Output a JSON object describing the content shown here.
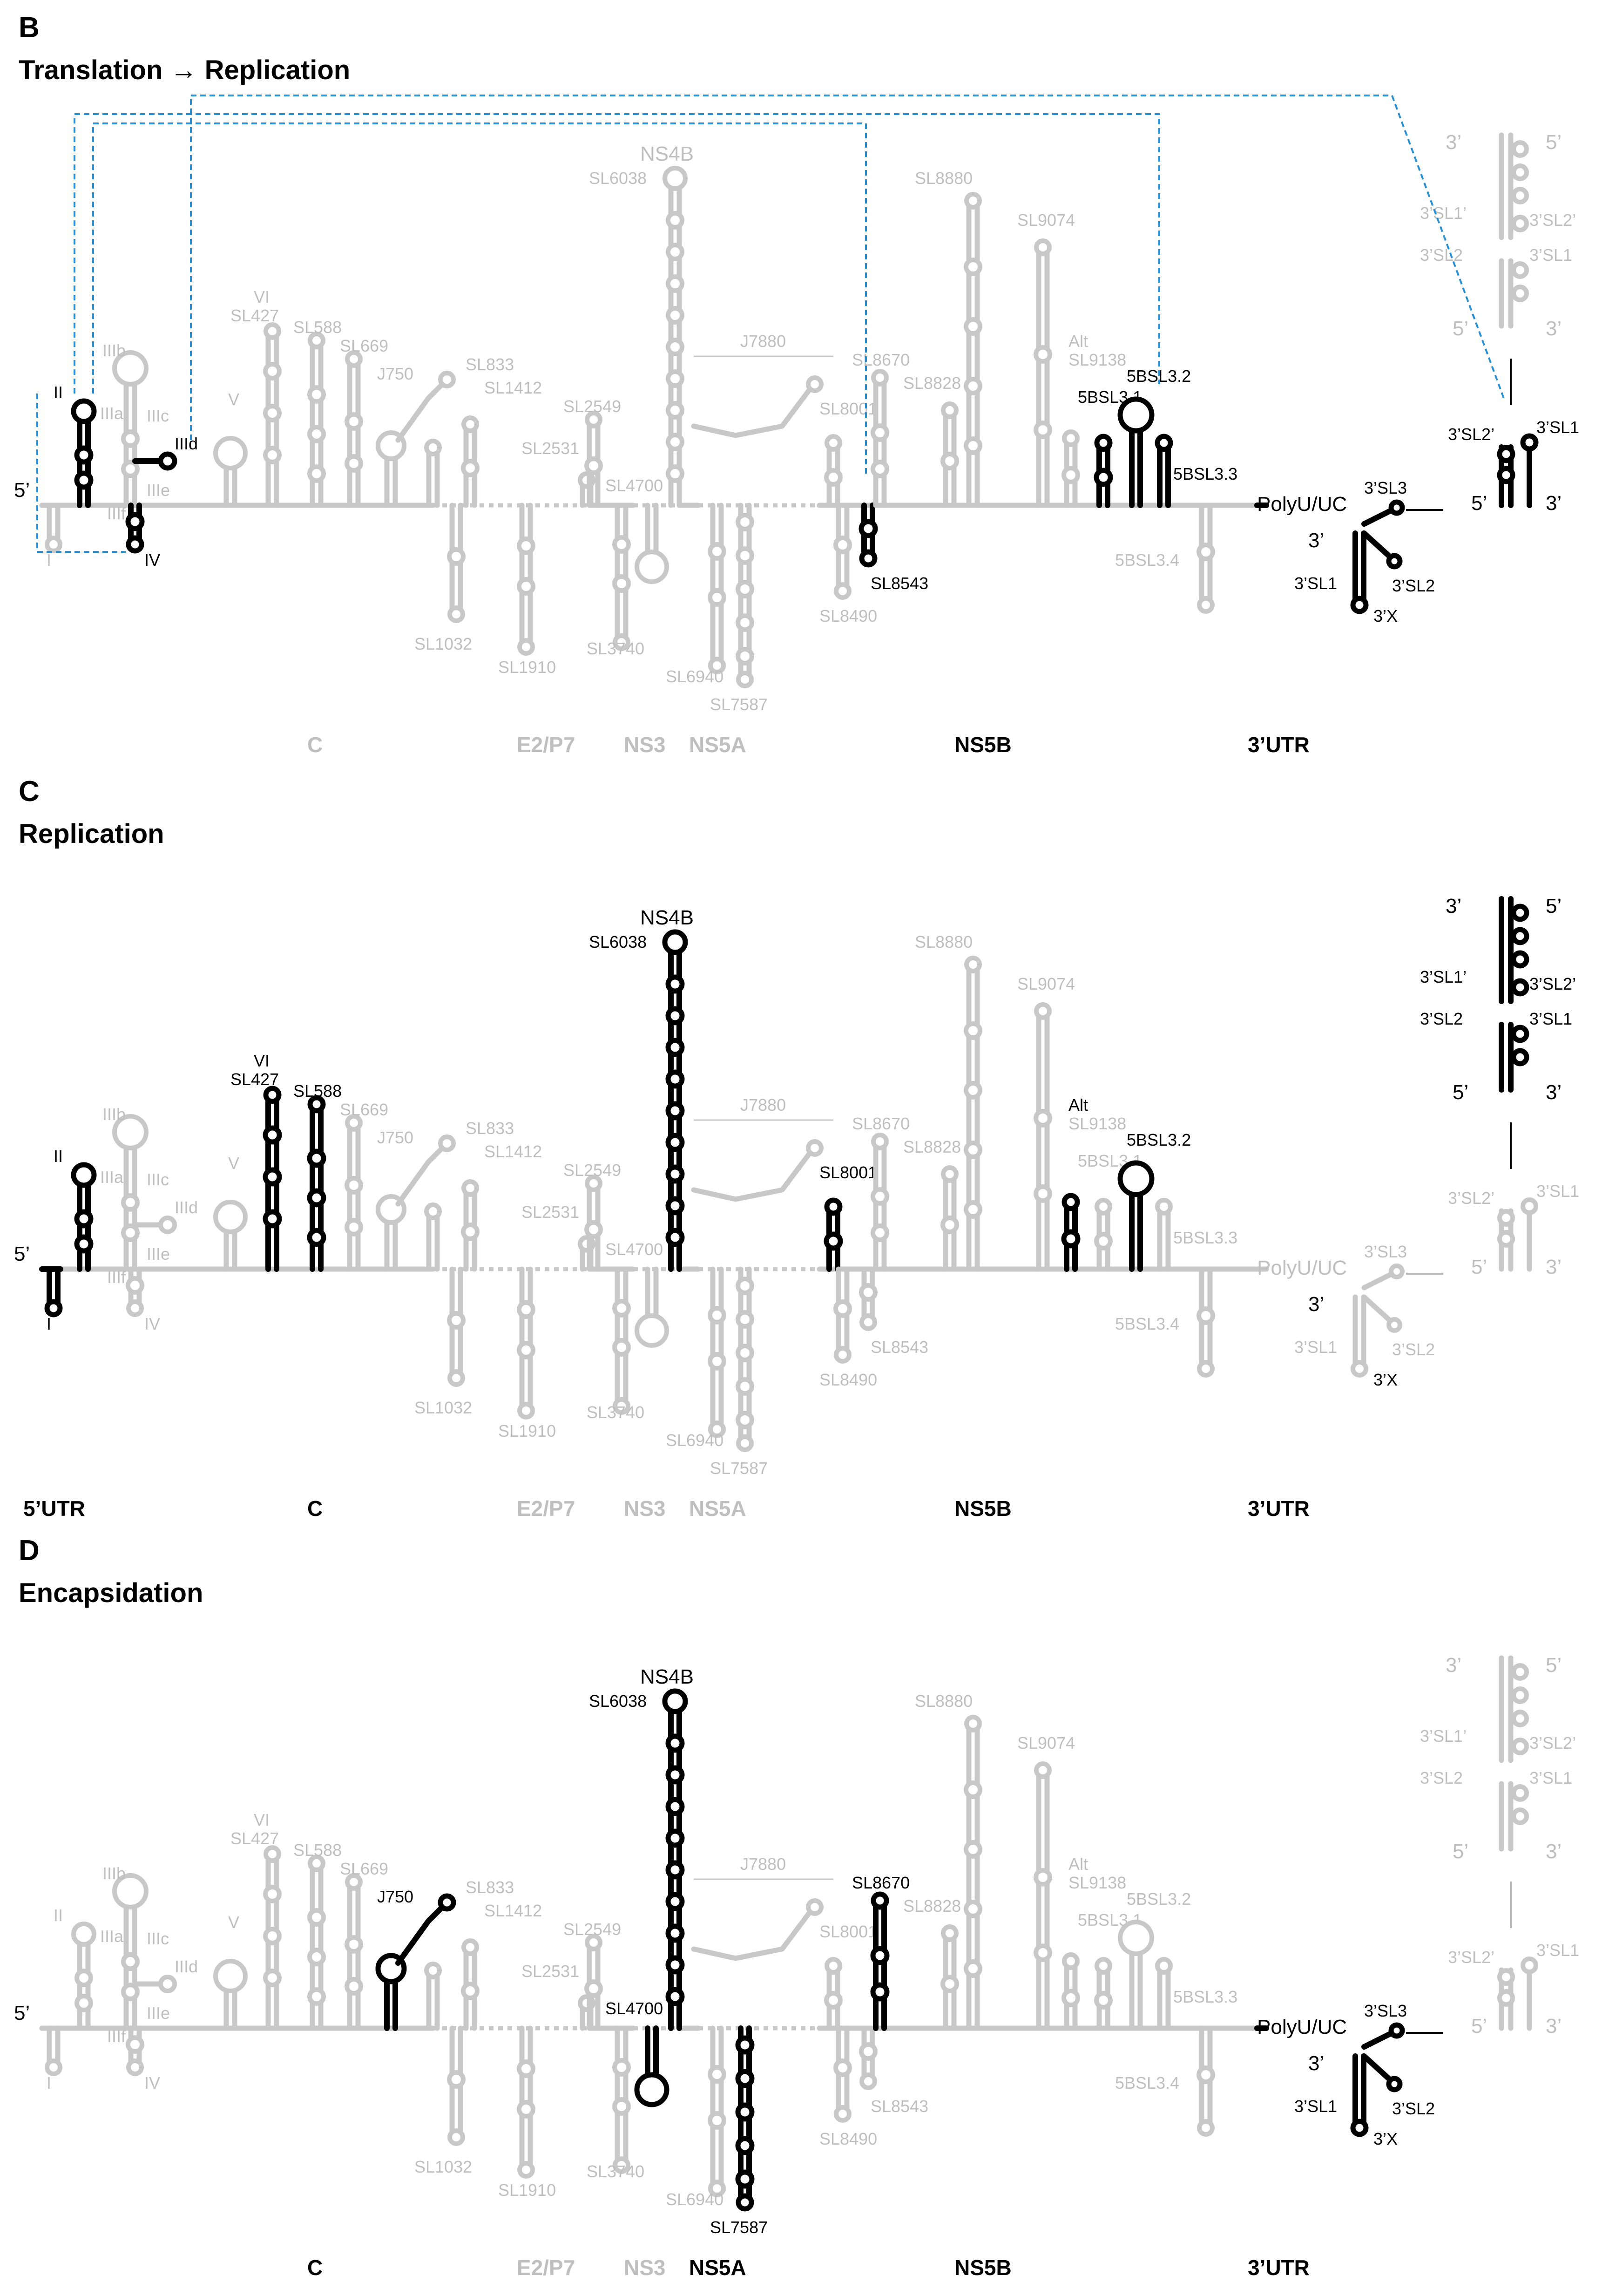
{
  "panels": [
    {
      "id": "B",
      "letter": "B",
      "title": "Translation → Replication",
      "labels": {
        "five_prime": "5’",
        "domain_I": "I",
        "domain_II": "II",
        "domain_IIIa": "IIIa",
        "domain_IIIb": "IIIb",
        "domain_IIIc": "IIIc",
        "domain_IIId": "IIId",
        "domain_IIIe": "IIIe",
        "domain_IIIf": "IIIf",
        "domain_IV": "IV",
        "V": "V",
        "VI": "VI",
        "SL427": "SL427",
        "SL588": "SL588",
        "SL669": "SL669",
        "J750": "J750",
        "SL833": "SL833",
        "SL1412": "SL1412",
        "SL1032": "SL1032",
        "SL1910": "SL1910",
        "SL2531": "SL2531",
        "SL2549": "SL2549",
        "SL3740": "SL3740",
        "SL4700": "SL4700",
        "NS4B": "NS4B",
        "SL6038": "SL6038",
        "SL6940": "SL6940",
        "SL7587": "SL7587",
        "J7880": "J7880",
        "SL8001": "SL8001",
        "SL8490": "SL8490",
        "SL8543": "SL8543",
        "SL8670": "SL8670",
        "SL8828": "SL8828",
        "SL8880": "SL8880",
        "SL9074": "SL9074",
        "Alt": "Alt",
        "SL9138": "SL9138",
        "BSL31": "5BSL3.1",
        "BSL32": "5BSL3.2",
        "BSL33": "5BSL3.3",
        "BSL34": "5BSL3.4",
        "polyU": "PolyU/UC",
        "three_prime": "3’",
        "SL1_3": "3’SL1",
        "SL2_3": "3’SL2",
        "SL3_3": "3’SL3",
        "X3": "3’X",
        "dimer_3a": "3’",
        "dimer_5a": "5’",
        "dimer_SL1p": "3’SL1’",
        "dimer_SL2p": "3’SL2’",
        "dimer_SL2": "3’SL2",
        "dimer_SL1": "3’SL1",
        "dimer_5b": "5’",
        "dimer_3b": "3’",
        "mono_SL2p": "3’SL2’",
        "mono_SL1": "3’SL1",
        "mono_5": "5’",
        "mono_3": "3’"
      },
      "regions": {
        "C": "C",
        "E2P7": "E2/P7",
        "NS3": "NS3",
        "NS5A": "NS5A",
        "NS5B": "NS5B",
        "UTR3": "3’UTR"
      }
    },
    {
      "id": "C",
      "letter": "C",
      "title": "Replication",
      "labels": {
        "five_prime": "5’",
        "domain_I": "I",
        "domain_II": "II",
        "domain_IIIa": "IIIa",
        "domain_IIIb": "IIIb",
        "domain_IIIc": "IIIc",
        "domain_IIId": "IIId",
        "domain_IIIe": "IIIe",
        "domain_IIIf": "IIIf",
        "domain_IV": "IV",
        "V": "V",
        "VI": "VI",
        "SL427": "SL427",
        "SL588": "SL588",
        "SL669": "SL669",
        "J750": "J750",
        "SL833": "SL833",
        "SL1412": "SL1412",
        "SL1032": "SL1032",
        "SL1910": "SL1910",
        "SL2531": "SL2531",
        "SL2549": "SL2549",
        "SL3740": "SL3740",
        "SL4700": "SL4700",
        "NS4B": "NS4B",
        "SL6038": "SL6038",
        "SL6940": "SL6940",
        "SL7587": "SL7587",
        "J7880": "J7880",
        "SL8001": "SL8001",
        "SL8490": "SL8490",
        "SL8543": "SL8543",
        "SL8670": "SL8670",
        "SL8828": "SL8828",
        "SL8880": "SL8880",
        "SL9074": "SL9074",
        "Alt": "Alt",
        "SL9138": "SL9138",
        "BSL31": "5BSL3.1",
        "BSL32": "5BSL3.2",
        "BSL33": "5BSL3.3",
        "BSL34": "5BSL3.4",
        "polyU": "PolyU/UC",
        "three_prime": "3’",
        "SL1_3": "3’SL1",
        "SL2_3": "3’SL2",
        "SL3_3": "3’SL3",
        "X3": "3’X",
        "dimer_3a": "3’",
        "dimer_5a": "5’",
        "dimer_SL1p": "3’SL1’",
        "dimer_SL2p": "3’SL2’",
        "dimer_SL2": "3’SL2",
        "dimer_SL1": "3’SL1",
        "dimer_5b": "5’",
        "dimer_3b": "3’",
        "mono_SL2p": "3’SL2’",
        "mono_SL1": "3’SL1",
        "mono_5": "5’",
        "mono_3": "3’"
      },
      "regions": {
        "UTR5": "5’UTR",
        "C": "C",
        "E2P7": "E2/P7",
        "NS3": "NS3",
        "NS5A": "NS5A",
        "NS5B": "NS5B",
        "UTR3": "3’UTR"
      }
    },
    {
      "id": "D",
      "letter": "D",
      "title": "Encapsidation",
      "labels": {
        "five_prime": "5’",
        "domain_I": "I",
        "domain_II": "II",
        "domain_IIIa": "IIIa",
        "domain_IIIb": "IIIb",
        "domain_IIIc": "IIIc",
        "domain_IIId": "IIId",
        "domain_IIIe": "IIIe",
        "domain_IIIf": "IIIf",
        "domain_IV": "IV",
        "V": "V",
        "VI": "VI",
        "SL427": "SL427",
        "SL588": "SL588",
        "SL669": "SL669",
        "J750": "J750",
        "SL833": "SL833",
        "SL1412": "SL1412",
        "SL1032": "SL1032",
        "SL1910": "SL1910",
        "SL2531": "SL2531",
        "SL2549": "SL2549",
        "SL3740": "SL3740",
        "SL4700": "SL4700",
        "NS4B": "NS4B",
        "SL6038": "SL6038",
        "SL6940": "SL6940",
        "SL7587": "SL7587",
        "J7880": "J7880",
        "SL8001": "SL8001",
        "SL8490": "SL8490",
        "SL8543": "SL8543",
        "SL8670": "SL8670",
        "SL8828": "SL8828",
        "SL8880": "SL8880",
        "SL9074": "SL9074",
        "Alt": "Alt",
        "SL9138": "SL9138",
        "BSL31": "5BSL3.1",
        "BSL32": "5BSL3.2",
        "BSL33": "5BSL3.3",
        "BSL34": "5BSL3.4",
        "polyU": "PolyU/UC",
        "three_prime": "3’",
        "SL1_3": "3’SL1",
        "SL2_3": "3’SL2",
        "SL3_3": "3’SL3",
        "X3": "3’X",
        "dimer_3a": "3’",
        "dimer_5a": "5’",
        "dimer_SL1p": "3’SL1’",
        "dimer_SL2p": "3’SL2’",
        "dimer_SL2": "3’SL2",
        "dimer_SL1": "3’SL1",
        "dimer_5b": "5’",
        "dimer_3b": "3’",
        "mono_SL2p": "3’SL2’",
        "mono_SL1": "3’SL1",
        "mono_5": "5’",
        "mono_3": "3’"
      },
      "regions": {
        "C": "C",
        "E2P7": "E2/P7",
        "NS3": "NS3",
        "NS5A": "NS5A",
        "NS5B": "NS5B",
        "UTR3": "3’UTR"
      }
    }
  ],
  "colors": {
    "highlight": "#000000",
    "dimmed": "#c8c8c8",
    "interaction_link": "#2a8fd1"
  }
}
